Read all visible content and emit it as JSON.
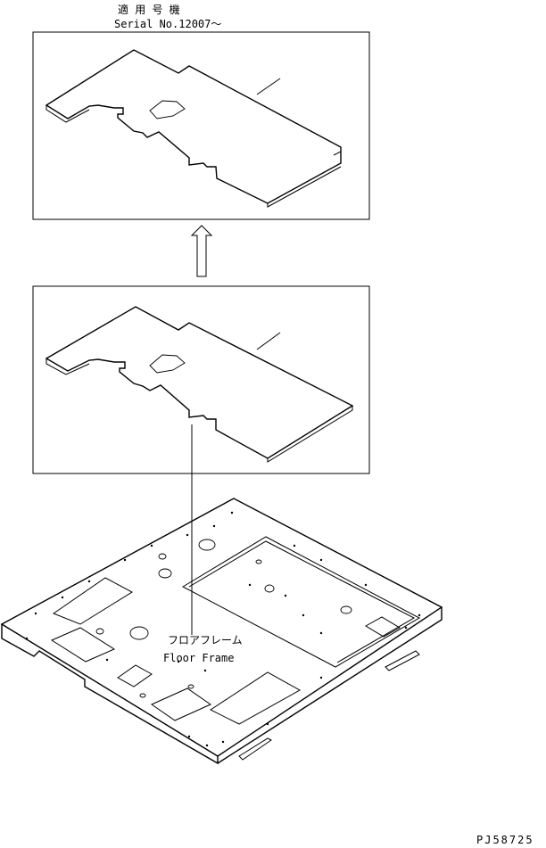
{
  "header": {
    "applicable_models": "適 用 号 機",
    "serial": "Serial No.12007～"
  },
  "floor_frame": {
    "label_jp": "フロアフレーム",
    "label_en": "Floor Frame"
  },
  "part_code": "PJ58725"
}
